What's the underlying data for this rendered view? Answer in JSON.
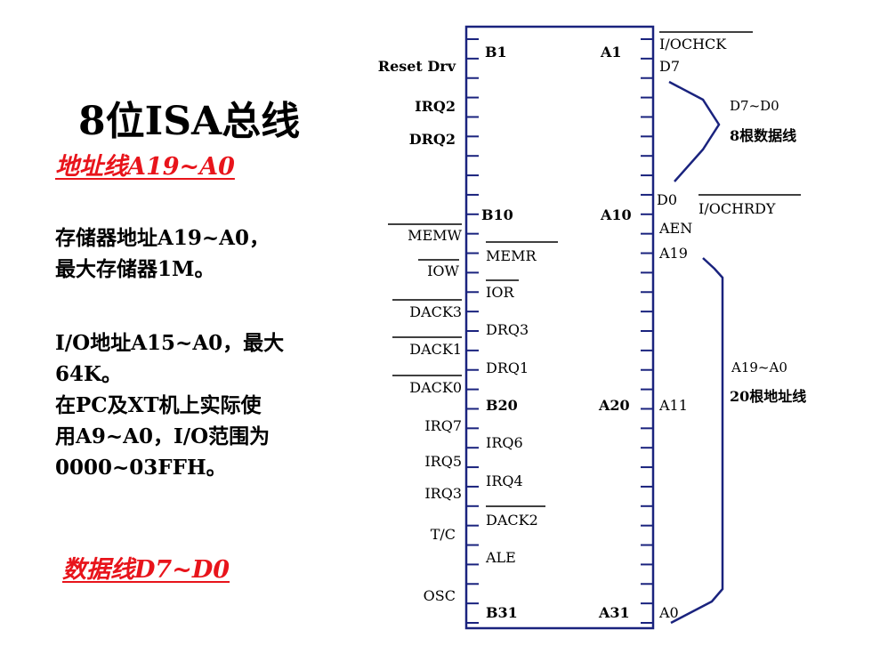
{
  "title": "8位ISA总线",
  "address_heading": "地址线A19~A0",
  "memory_text": [
    "存储器地址A19~A0，",
    "最大存储器1M。"
  ],
  "io_text": [
    "I/O地址A15~A0，最大",
    "64K。",
    "在PC及XT机上实际使",
    "用A9~A0，I/O范围为",
    "0000~03FFH。"
  ],
  "data_heading": "数据线D7~D0",
  "colors": {
    "heading_red": "#e8141b",
    "diagram_blue": "#1a237e"
  },
  "pins": {
    "left_outer": [
      "Reset Drv",
      "IRQ2",
      "DRQ2",
      "MEMW",
      "IOW",
      "DACK3",
      "DACK1",
      "DACK0",
      "IRQ7",
      "IRQ5",
      "IRQ3",
      "T/C",
      "OSC"
    ],
    "left_inner": [
      "B1",
      "B10",
      "MEMR",
      "IOR",
      "DRQ3",
      "DRQ1",
      "B20",
      "IRQ6",
      "IRQ4",
      "DACK2",
      "ALE",
      "B31"
    ],
    "right_inner": [
      "A1",
      "A10",
      "A20",
      "A31"
    ],
    "right_outer": [
      "I/OCHCK",
      "D7",
      "D0",
      "I/OCHRDY",
      "AEN",
      "A19",
      "A11",
      "A0"
    ]
  },
  "annotations": {
    "data_range": "D7~D0",
    "data_desc": "8根数据线",
    "addr_range": "A19~A0",
    "addr_desc": "20根地址线"
  }
}
